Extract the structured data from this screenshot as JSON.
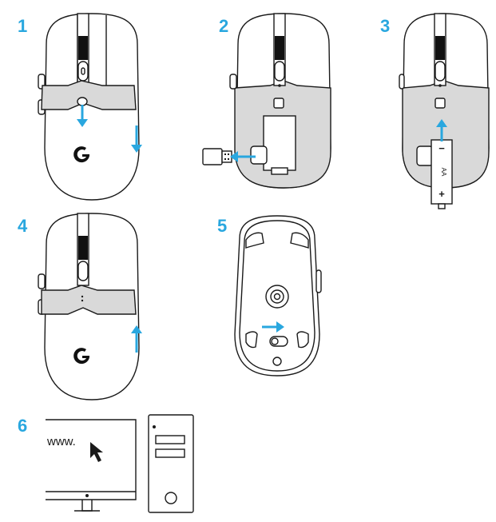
{
  "steps": [
    {
      "number": "1"
    },
    {
      "number": "2"
    },
    {
      "number": "3"
    },
    {
      "number": "4"
    },
    {
      "number": "5"
    },
    {
      "number": "6"
    }
  ],
  "battery": {
    "type_label": "AA",
    "minus": "−",
    "plus": "+"
  },
  "monitor": {
    "url_text": "www."
  },
  "colors": {
    "accent": "#29a7df",
    "panel_gray": "#d9d9d9",
    "line": "#1a1a1a"
  },
  "icons": [
    "logitech-g-logo-icon",
    "down-arrow-icon",
    "up-arrow-icon",
    "left-arrow-icon",
    "right-arrow-icon",
    "cursor-arrow-icon"
  ]
}
